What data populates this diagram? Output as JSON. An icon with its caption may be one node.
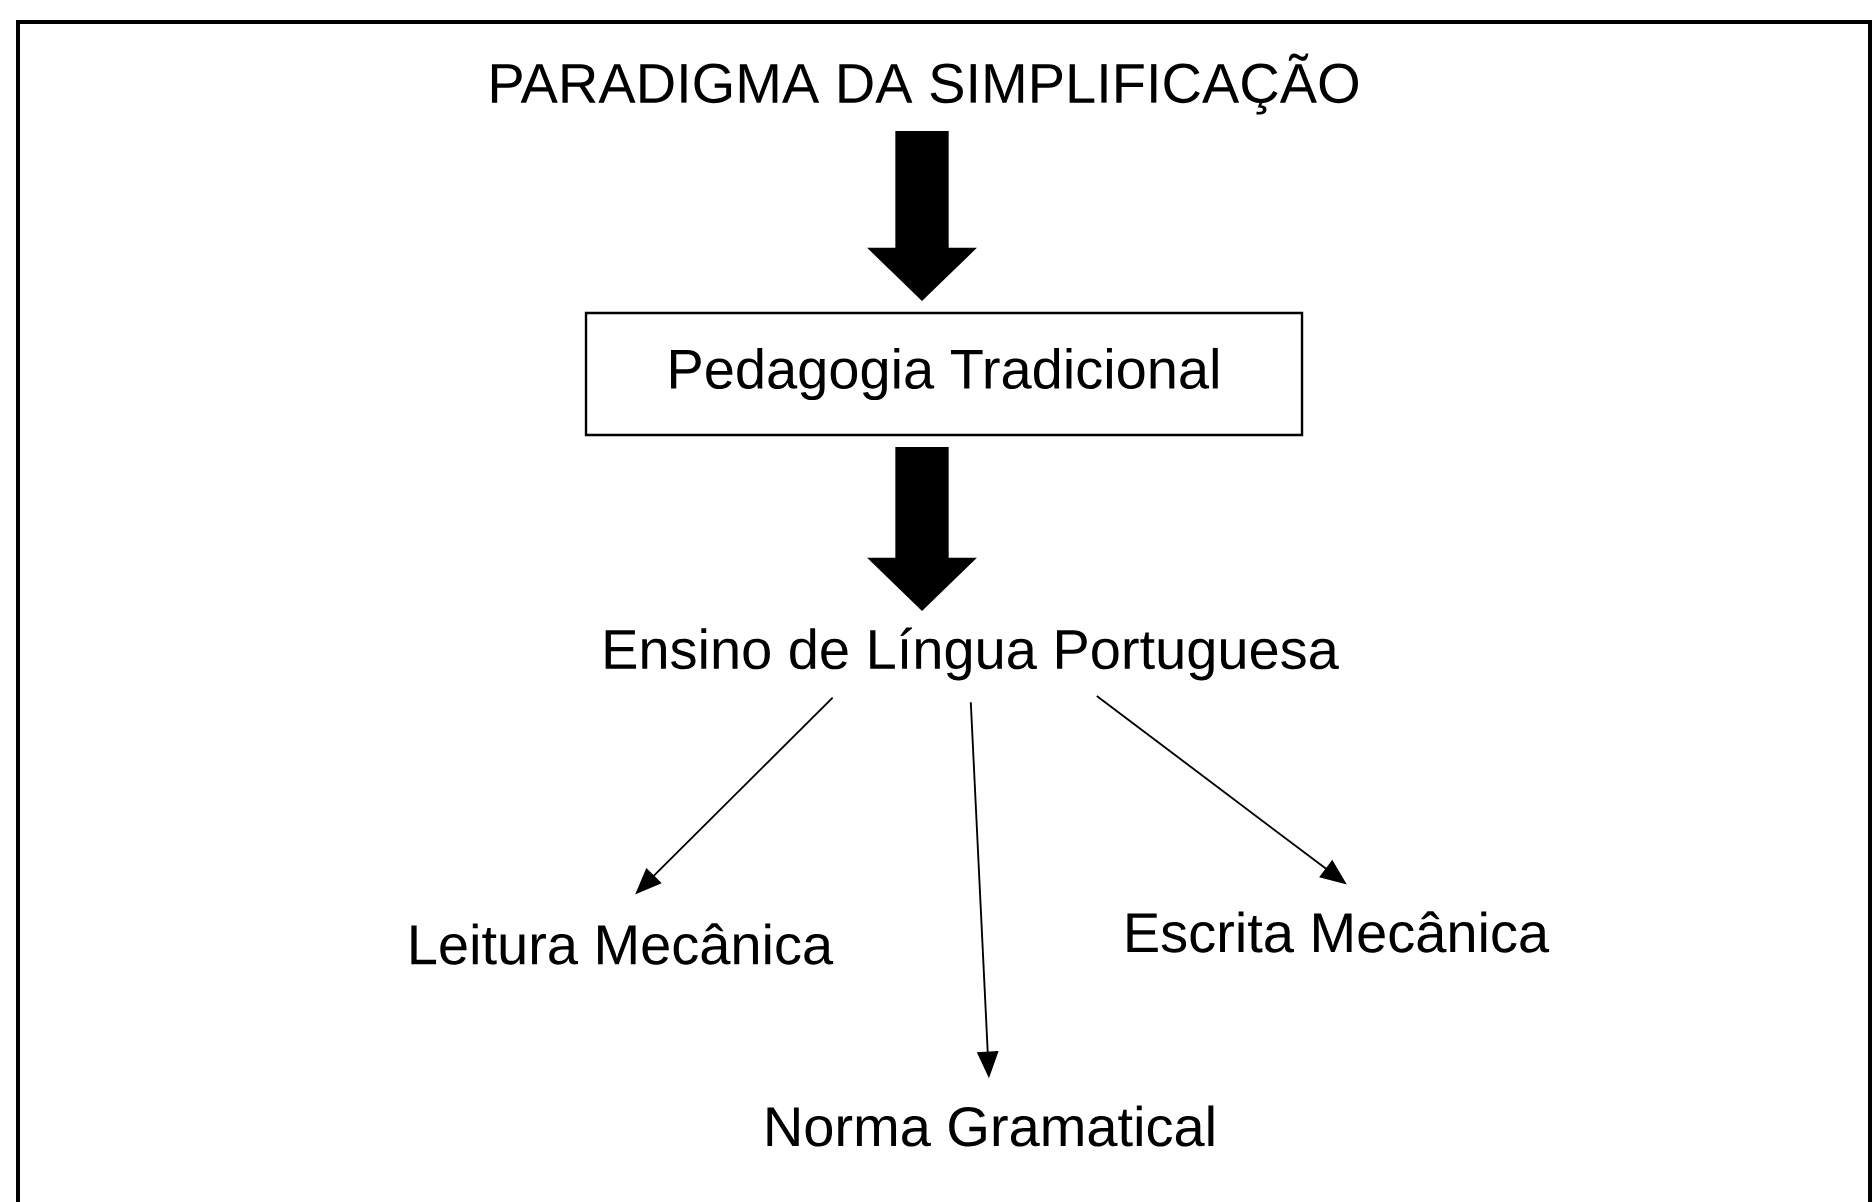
{
  "diagram": {
    "nodes": [
      {
        "text": [
          "PARADIGMA DA SIMPLIFICAÇÃO"
        ]
      },
      {
        "text": [
          "Pedagogia Tradicional"
        ]
      },
      {
        "text": [
          "Ensino de Língua Portuguesa"
        ]
      },
      {
        "text": [
          "Leitura Mecânica"
        ]
      },
      {
        "text": [
          "Norma Gramatical"
        ]
      },
      {
        "text": [
          "Escrita Mecânica"
        ]
      }
    ],
    "edges": [
      {
        "from": 0,
        "to": 1,
        "arrow": "to",
        "style": "thick"
      },
      {
        "from": 1,
        "to": 2,
        "arrow": "to",
        "style": "thick"
      },
      {
        "from": 2,
        "to": 3,
        "arrow": "to"
      },
      {
        "from": 2,
        "to": 4,
        "arrow": "to"
      },
      {
        "from": 2,
        "to": 5,
        "arrow": "to"
      }
    ]
  }
}
